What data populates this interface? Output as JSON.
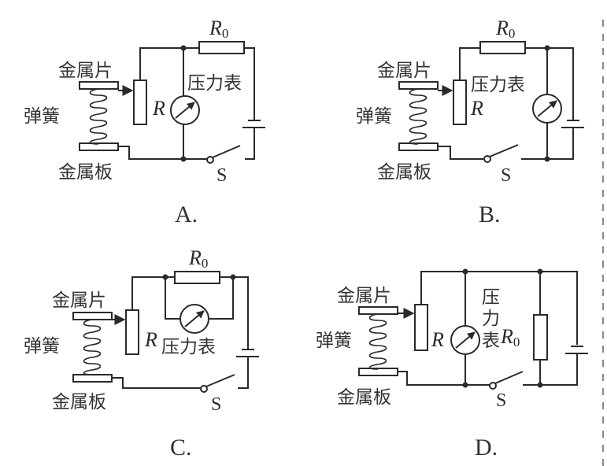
{
  "labels": {
    "metal_sheet": "金属片",
    "spring": "弹簧",
    "metal_plate": "金属板",
    "pressure_meter": "压力表",
    "pressure_meter_chars": [
      "压",
      "力",
      "表"
    ],
    "rheostat": "R",
    "fixed_resistor": "R",
    "fixed_resistor_sub": "0",
    "switch": "S"
  },
  "options": [
    {
      "id": "A",
      "label": "A.",
      "meter_connection": "parallel with R",
      "R0_position": "series, top branch"
    },
    {
      "id": "B",
      "label": "B.",
      "meter_connection": "parallel with battery/source side",
      "R0_position": "series, top branch"
    },
    {
      "id": "C",
      "label": "C.",
      "meter_connection": "parallel with R0",
      "R0_position": "series, top branch"
    },
    {
      "id": "D",
      "label": "D.",
      "meter_connection": "parallel with R and R0",
      "R0_position": "parallel branch"
    }
  ],
  "colors": {
    "line": "#2a2a2a",
    "text": "#333333",
    "background": "#ffffff",
    "dashed_margin": "#888888"
  }
}
